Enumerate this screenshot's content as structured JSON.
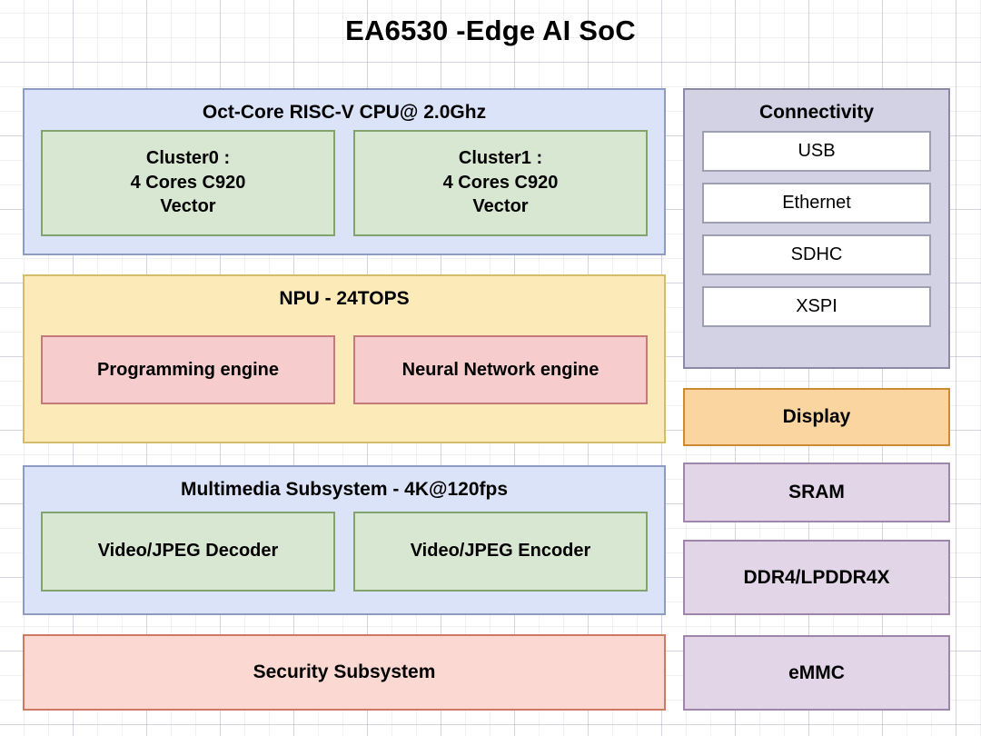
{
  "diagram": {
    "title": "EA6530 -Edge AI SoC",
    "background": "graph-paper-grid"
  },
  "left_column": {
    "cpu": {
      "title": "Oct-Core RISC-V CPU@ 2.0Ghz",
      "fill": "#dae3f7",
      "stroke": "#8e9cc4",
      "children": [
        {
          "label": "Cluster0 :\n4 Cores C920\nVector",
          "fill": "#d8e7d2",
          "stroke": "#82a36e"
        },
        {
          "label": "Cluster1 :\n4 Cores C920\nVector",
          "fill": "#d8e7d2",
          "stroke": "#82a36e"
        }
      ]
    },
    "npu": {
      "title": "NPU - 24TOPS",
      "fill": "#fdeab9",
      "stroke": "#d4bd6a",
      "children": [
        {
          "label": "Programming  engine",
          "fill": "#f7cccc",
          "stroke": "#c47a7a"
        },
        {
          "label": "Neural Network  engine",
          "fill": "#f7cccc",
          "stroke": "#c47a7a"
        }
      ]
    },
    "multimedia": {
      "title": "Multimedia Subsystem - 4K@120fps",
      "fill": "#dae3f7",
      "stroke": "#8e9cc4",
      "children": [
        {
          "label": "Video/JPEG Decoder",
          "fill": "#d8e7d2",
          "stroke": "#82a36e"
        },
        {
          "label": "Video/JPEG Encoder",
          "fill": "#d8e7d2",
          "stroke": "#82a36e"
        }
      ]
    },
    "security": {
      "label": "Security Subsystem",
      "fill": "#fbd9d2",
      "stroke": "#cc7a63"
    }
  },
  "right_column": {
    "connectivity": {
      "title": "Connectivity",
      "fill": "#d2d2e4",
      "stroke": "#8a8aa6",
      "items": [
        {
          "label": "USB"
        },
        {
          "label": "Ethernet"
        },
        {
          "label": "SDHC"
        },
        {
          "label": "XSPI"
        }
      ]
    },
    "blocks": [
      {
        "label": "Display",
        "fill": "#fad5a0",
        "stroke": "#cc8b33"
      },
      {
        "label": "SRAM",
        "fill": "#e1d5e7",
        "stroke": "#9f86ab"
      },
      {
        "label": "DDR4/LPDDR4X",
        "fill": "#e1d5e7",
        "stroke": "#9f86ab"
      },
      {
        "label": "eMMC",
        "fill": "#e1d5e7",
        "stroke": "#9f86ab"
      }
    ]
  }
}
